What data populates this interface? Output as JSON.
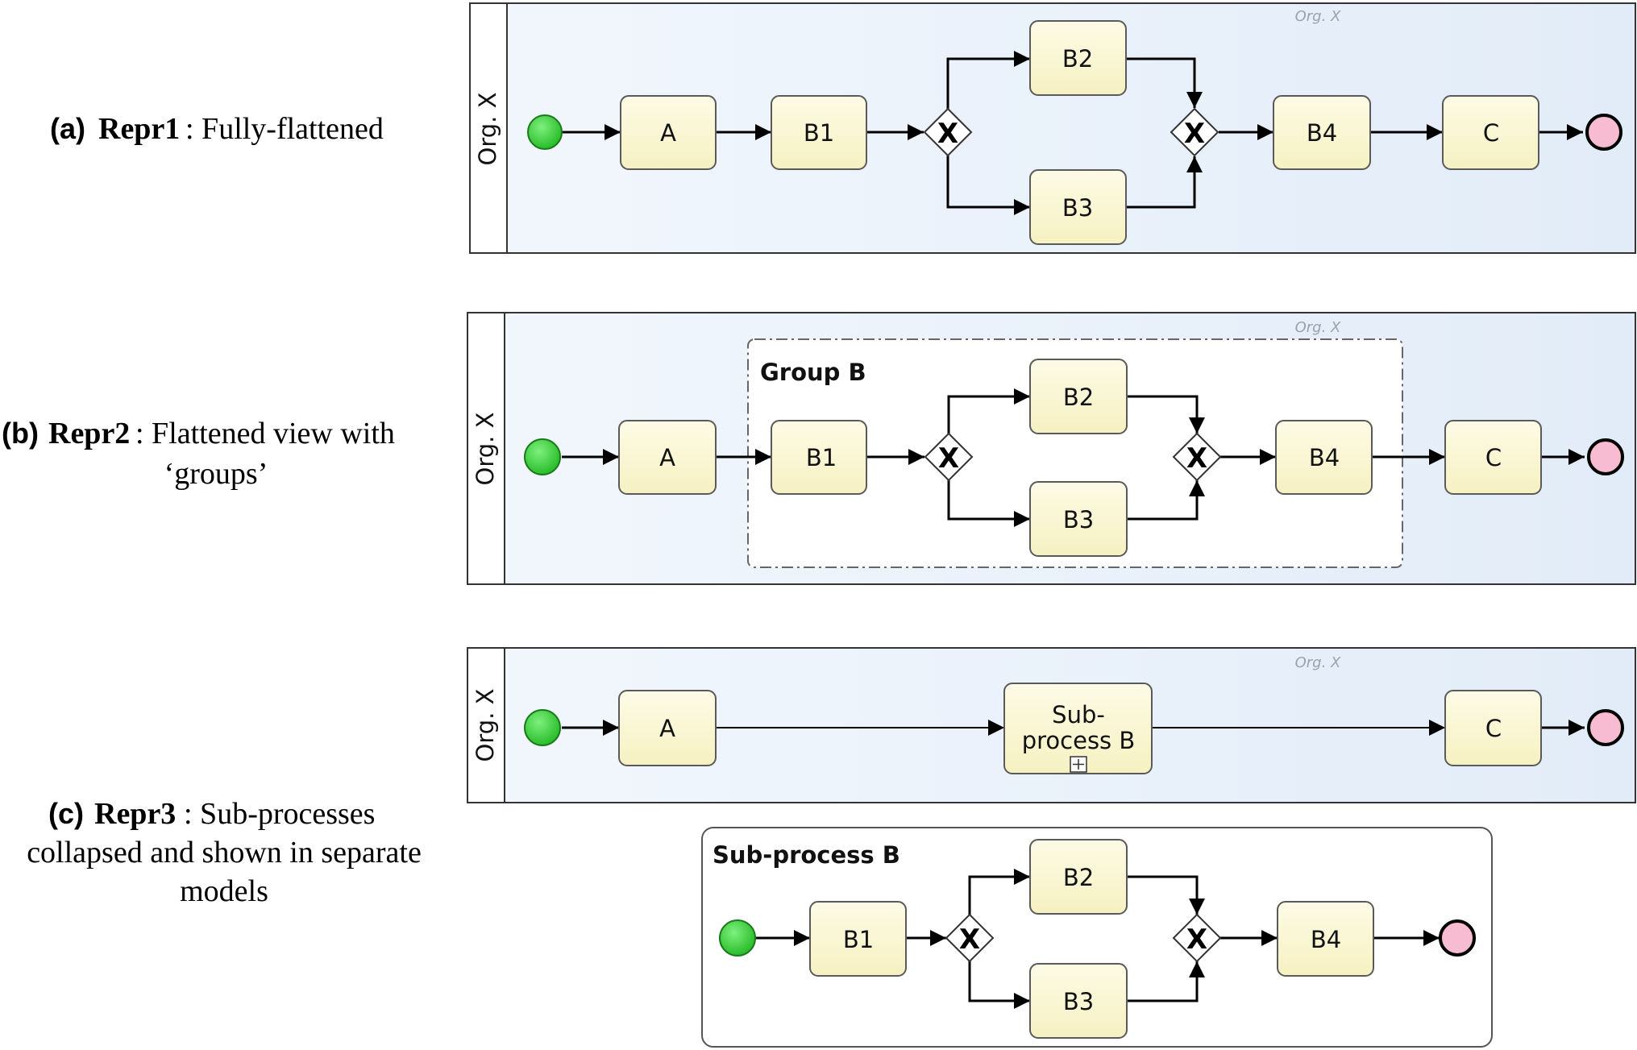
{
  "captions": [
    {
      "tag": "(a)",
      "name": "Repr1",
      "lines": [
        ": Fully-flattened"
      ]
    },
    {
      "tag": "(b)",
      "name": "Repr2",
      "lines": [
        ": Flattened view with",
        "‘groups’"
      ]
    },
    {
      "tag": "(c)",
      "name": "Repr3",
      "lines": [
        ": Sub-processes",
        "collapsed and shown in separate",
        "models"
      ]
    }
  ],
  "pools": {
    "a": {
      "lane": "Org. X",
      "watermark": "Org. X"
    },
    "b": {
      "lane": "Org. X",
      "watermark": "Org. X",
      "group": "Group B"
    },
    "c": {
      "lane": "Org. X",
      "watermark": "Org. X"
    }
  },
  "tasks": {
    "a": [
      "A",
      "B1",
      "B2",
      "B3",
      "B4",
      "C"
    ],
    "b": [
      "A",
      "B1",
      "B2",
      "B3",
      "B4",
      "C"
    ],
    "c": [
      "A",
      "Sub-",
      "process B",
      "C"
    ],
    "sub": [
      "B1",
      "B2",
      "B3",
      "B4"
    ]
  },
  "gateway_symbol": "X",
  "subprocess_title": "Sub-process B",
  "icons": {
    "start": "start-event-icon",
    "end": "end-event-icon",
    "gateway": "exclusive-gateway-icon",
    "expand": "collapsed-subprocess-marker-icon"
  },
  "colors": {
    "pool_fill": "#e7f0fb",
    "task_fill": "#fbf8d4",
    "task_stroke": "#5a5a5a",
    "start_fill": "#33cc33",
    "end_fill": "#f7bcd1",
    "line": "#000000"
  }
}
